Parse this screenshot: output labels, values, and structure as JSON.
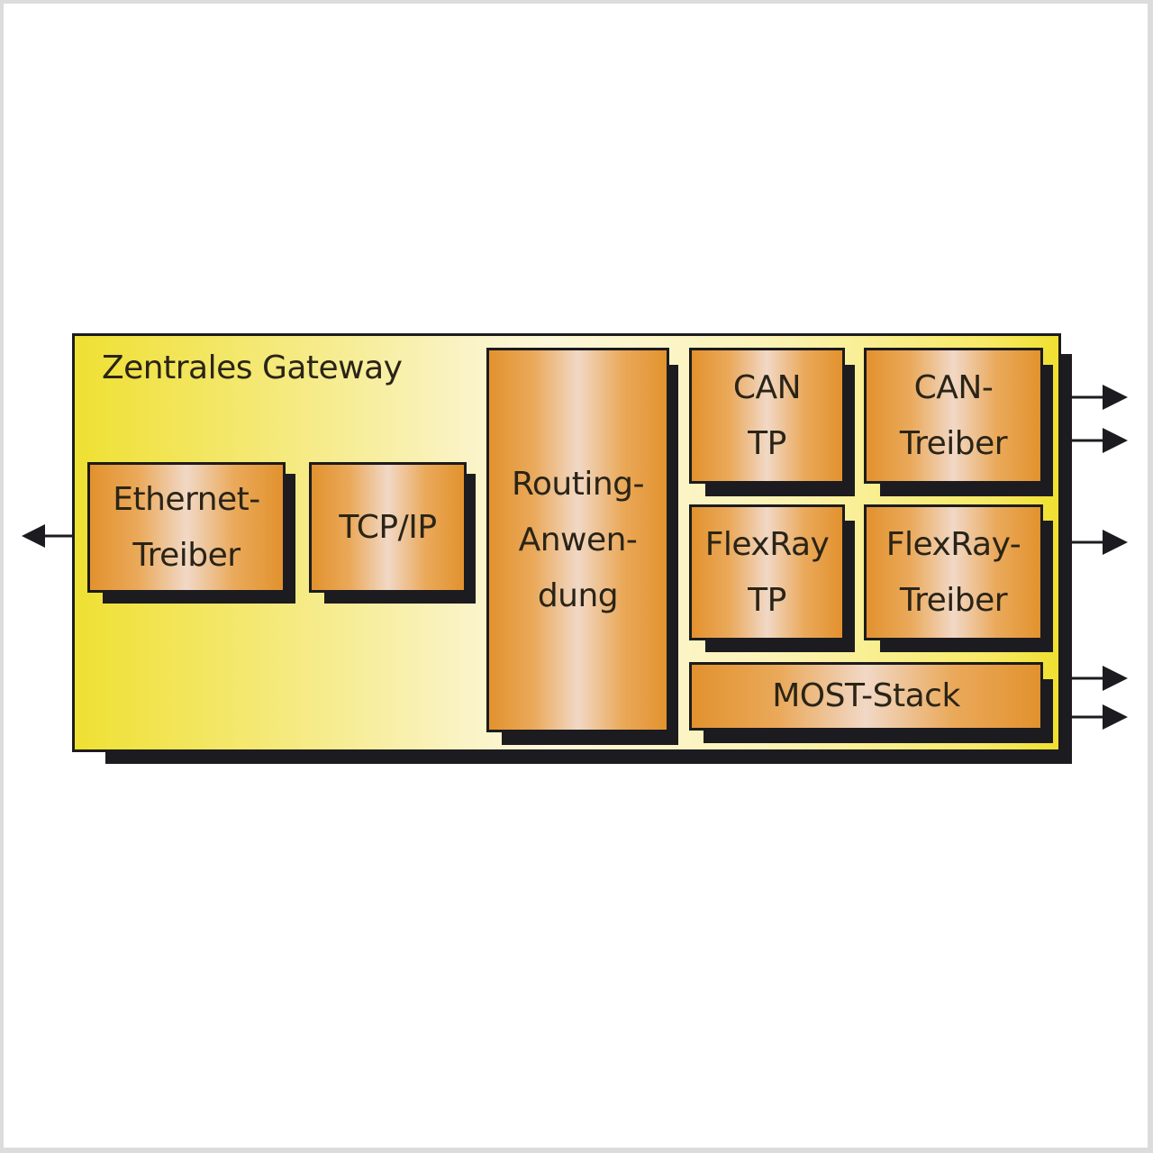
{
  "diagram": {
    "title": "Zentrales Gateway",
    "blocks": {
      "ethernet_driver": {
        "lines": [
          "Ethernet-",
          "Treiber"
        ]
      },
      "tcp_ip": {
        "lines": [
          "TCP/IP"
        ]
      },
      "routing_app": {
        "lines": [
          "Routing-",
          "Anwen-",
          "dung"
        ]
      },
      "can_tp": {
        "lines": [
          "CAN",
          "TP"
        ]
      },
      "can_driver": {
        "lines": [
          "CAN-",
          "Treiber"
        ]
      },
      "flexray_tp": {
        "lines": [
          "FlexRay",
          "TP"
        ]
      },
      "flexray_driver": {
        "lines": [
          "FlexRay-",
          "Treiber"
        ]
      },
      "most_stack": {
        "lines": [
          "MOST-Stack"
        ]
      }
    },
    "connections": [
      {
        "from": "ethernet_driver",
        "direction": "left",
        "count": 1
      },
      {
        "from": "can_driver",
        "direction": "right",
        "count": 2
      },
      {
        "from": "flexray_driver",
        "direction": "right",
        "count": 1
      },
      {
        "from": "most_stack",
        "direction": "right",
        "count": 2
      }
    ],
    "colors": {
      "block_fill": "#e2922e",
      "block_highlight": "#f1d8c6",
      "gateway_fill": "#efe033",
      "outline": "#1c1b1f"
    }
  }
}
